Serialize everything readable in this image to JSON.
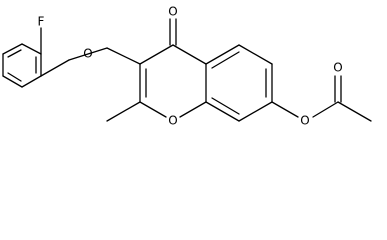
{
  "molecule": {
    "atoms": {
      "fluorine": "F",
      "ether_oxygen": "O",
      "carbonyl_oxygen": "O",
      "ring_oxygen": "O",
      "ester_oxygen": "O",
      "acetyl_oxygen": "O"
    }
  }
}
